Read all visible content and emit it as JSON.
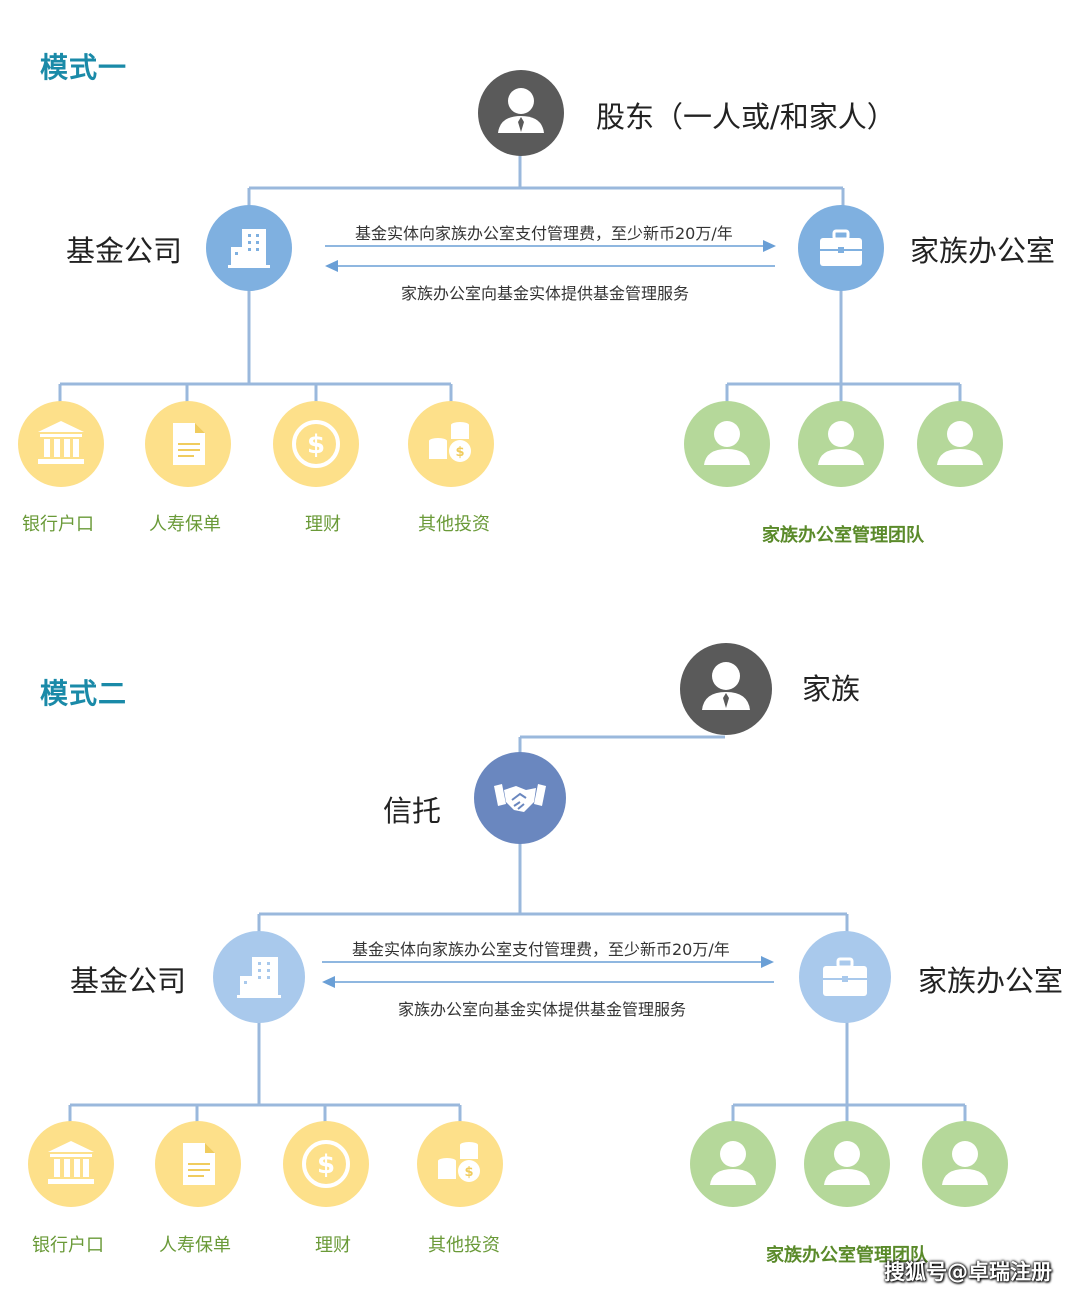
{
  "mode1": {
    "title": "模式一",
    "shareholder": "股东（一人或/和家人）",
    "fund_company": "基金公司",
    "family_office": "家族办公室",
    "arrow_right_text": "基金实体向家族办公室支付管理费，至少新币20万/年",
    "arrow_left_text": "家族办公室向基金实体提供基金管理服务",
    "assets": [
      "银行户口",
      "人寿保单",
      "理财",
      "其他投资"
    ],
    "team_label": "家族办公室管理团队"
  },
  "mode2": {
    "title": "模式二",
    "family": "家族",
    "trust": "信托",
    "fund_company": "基金公司",
    "family_office": "家族办公室",
    "arrow_right_text": "基金实体向家族办公室支付管理费，至少新币20万/年",
    "arrow_left_text": "家族办公室向基金实体提供基金管理服务",
    "assets": [
      "银行户口",
      "人寿保单",
      "理财",
      "其他投资"
    ],
    "team_label": "家族办公室管理团队"
  },
  "watermark": "搜狐号@卓瑞注册",
  "colors": {
    "person_dark": "#5a5a5a",
    "building_blue": "#7fb0e0",
    "building_blue_light": "#a9c9ec",
    "trust_blue": "#6a87bf",
    "asset_yellow": "#fde08a",
    "team_green": "#b5d89a",
    "line_blue": "#9ab8dc",
    "title_teal": "#1a8aa8",
    "label_green": "#6a9a38"
  },
  "icons": {
    "shareholder": "person-icon",
    "fund": "building-icon",
    "office": "briefcase-icon",
    "trust": "handshake-icon",
    "bank": "bank-icon",
    "insurance": "document-icon",
    "finance": "dollar-coin-icon",
    "investment": "coins-icon",
    "team": "person-icon"
  }
}
